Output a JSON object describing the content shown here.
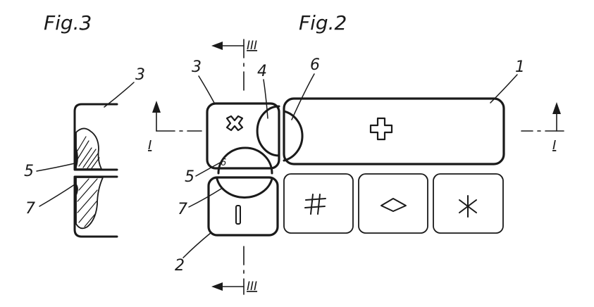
{
  "figures": {
    "fig3": "Fig.3",
    "fig2": "Fig.2"
  },
  "section_marks": {
    "iii_top": "III",
    "iii_bottom": "III",
    "i_left": "I",
    "i_right": "I"
  },
  "reference_numerals": {
    "fig3_key_3": "3",
    "fig3_ridge_5": "5",
    "fig3_groove_7": "7",
    "key_3": "3",
    "notch_4": "4",
    "notch_6": "6",
    "key_1": "1",
    "ridge_5": "5",
    "inner_6": "6",
    "groove_7": "7",
    "key_2": "2"
  },
  "key_symbols": {
    "key_3": "cross-symbol",
    "key_1": "plus-symbol",
    "key_2": "bar-symbol",
    "key_hash": "hash-symbol",
    "key_diamond": "diamond-symbol",
    "key_asterisk": "asterisk-symbol"
  },
  "colors": {
    "ink": "#1a1a1a",
    "paper": "#ffffff"
  }
}
